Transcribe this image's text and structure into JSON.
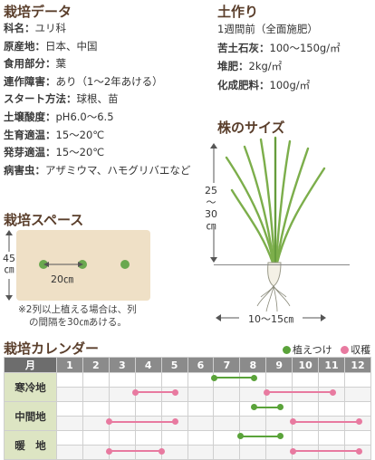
{
  "cultivation": {
    "title": "栽培データ",
    "rows": [
      {
        "key": "科名：",
        "value": "ユリ科"
      },
      {
        "key": "原産地：",
        "value": "日本、中国"
      },
      {
        "key": "食用部分：",
        "value": "葉"
      },
      {
        "key": "連作障害：",
        "value": "あり（1〜2年あける）"
      },
      {
        "key": "スタート方法：",
        "value_red": "球根",
        "value_rest": "、苗"
      },
      {
        "key": "土壌酸度：",
        "value": "pH6.0〜6.5"
      },
      {
        "key": "生育適温：",
        "value": "15〜20℃"
      },
      {
        "key": "発芽適温：",
        "value": "15〜20℃"
      },
      {
        "key": "病害虫：",
        "value": "アザミウマ、ハモグリバエなど"
      }
    ]
  },
  "soil": {
    "title": "土作り",
    "rows": [
      {
        "key": "",
        "value": "1週間前（全面施肥）"
      },
      {
        "key": "苦土石灰：",
        "value": "100〜150g/㎡"
      },
      {
        "key": "堆肥：",
        "value": "2kg/㎡"
      },
      {
        "key": "化成肥料：",
        "value": "100g/㎡"
      }
    ]
  },
  "plant_size": {
    "title": "株のサイズ",
    "height_label_top": "25",
    "height_label_mid": "〜",
    "height_label_bottom": "30",
    "height_unit": "㎝",
    "width_label": "10〜15㎝"
  },
  "spacing": {
    "title": "栽培スペース",
    "row_height_label": "45",
    "row_height_unit": "㎝",
    "plant_gap_label": "20㎝",
    "note_line1": "※2列以上植える場合は、列",
    "note_line2": "の間隔を30㎝あける。"
  },
  "calendar": {
    "title": "栽培カレンダー",
    "legend_plant": "植えつけ",
    "legend_harvest": "収穫",
    "header_label": "月",
    "months": [
      "1",
      "2",
      "3",
      "4",
      "5",
      "6",
      "7",
      "8",
      "9",
      "10",
      "11",
      "12"
    ],
    "regions": [
      {
        "name": "寒冷地",
        "plant": [
          7.0,
          8.5
        ],
        "harvest": [
          4.0,
          5.5
        ],
        "harvest2": [
          9.0,
          11.5
        ]
      },
      {
        "name": "中間地",
        "plant": [
          8.5,
          9.5
        ],
        "harvest": [
          3.0,
          5.5
        ],
        "harvest2": [
          10.0,
          12.5
        ]
      },
      {
        "name": "暖　地",
        "plant": [
          8.0,
          9.5
        ],
        "harvest": [
          3.0,
          5.0
        ],
        "harvest2": [
          10.0,
          12.5
        ]
      }
    ],
    "colors": {
      "plant": "#5aa33a",
      "harvest": "#e87aa0"
    }
  }
}
